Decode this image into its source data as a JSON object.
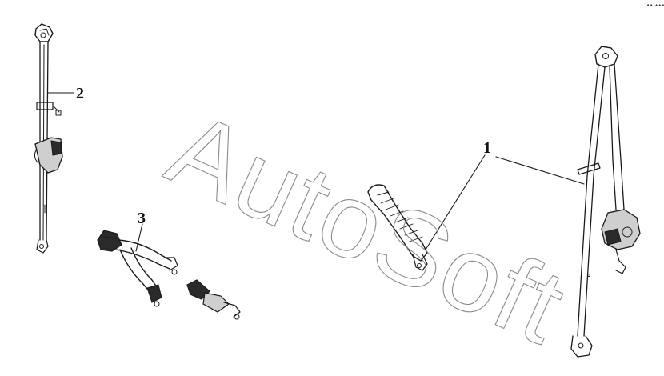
{
  "callouts": {
    "one": "1",
    "two": "2",
    "three": "3"
  },
  "corner_mark": "•• •••",
  "watermark": "AutoSoft",
  "colors": {
    "ink": "#1a1a1a",
    "watermark_outline": "#8a8a8a"
  }
}
